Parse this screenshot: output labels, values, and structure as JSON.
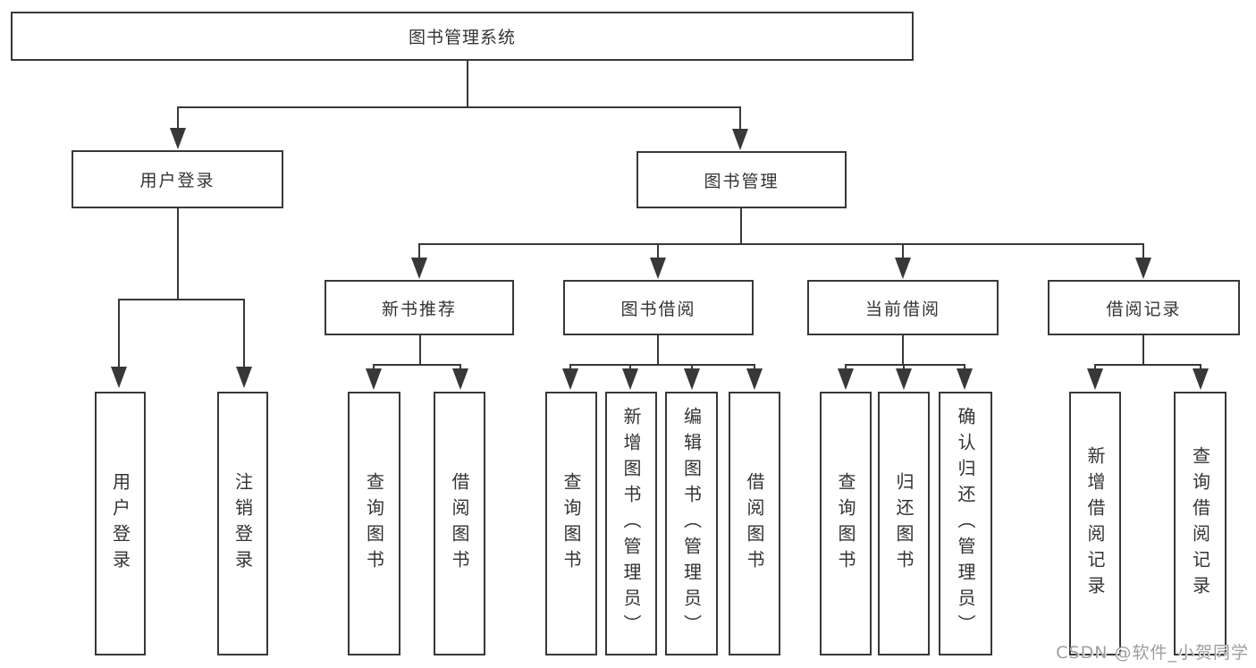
{
  "diagram_title": "图书管理系统",
  "tree": {
    "label": "图书管理系统",
    "children": [
      {
        "label": "用户登录",
        "children": [
          {
            "label": "用户登录"
          },
          {
            "label": "注销登录"
          }
        ]
      },
      {
        "label": "图书管理",
        "children": [
          {
            "label": "新书推荐",
            "children": [
              {
                "label": "查询图书"
              },
              {
                "label": "借阅图书"
              }
            ]
          },
          {
            "label": "图书借阅",
            "children": [
              {
                "label": "查询图书"
              },
              {
                "label": "新增图书（管理员）"
              },
              {
                "label": "编辑图书（管理员）"
              },
              {
                "label": "借阅图书"
              }
            ]
          },
          {
            "label": "当前借阅",
            "children": [
              {
                "label": "查询图书"
              },
              {
                "label": "归还图书"
              },
              {
                "label": "确认归还（管理员）"
              }
            ]
          },
          {
            "label": "借阅记录",
            "children": [
              {
                "label": "新增借阅记录"
              },
              {
                "label": "查询借阅记录"
              }
            ]
          }
        ]
      }
    ]
  },
  "watermark": {
    "text": "CSDN @软件_小贺同学",
    "color": "#9e9e9e"
  },
  "colors": {
    "background": "#ffffff",
    "box_border": "#383838",
    "line": "#383838",
    "text": "#333333"
  }
}
